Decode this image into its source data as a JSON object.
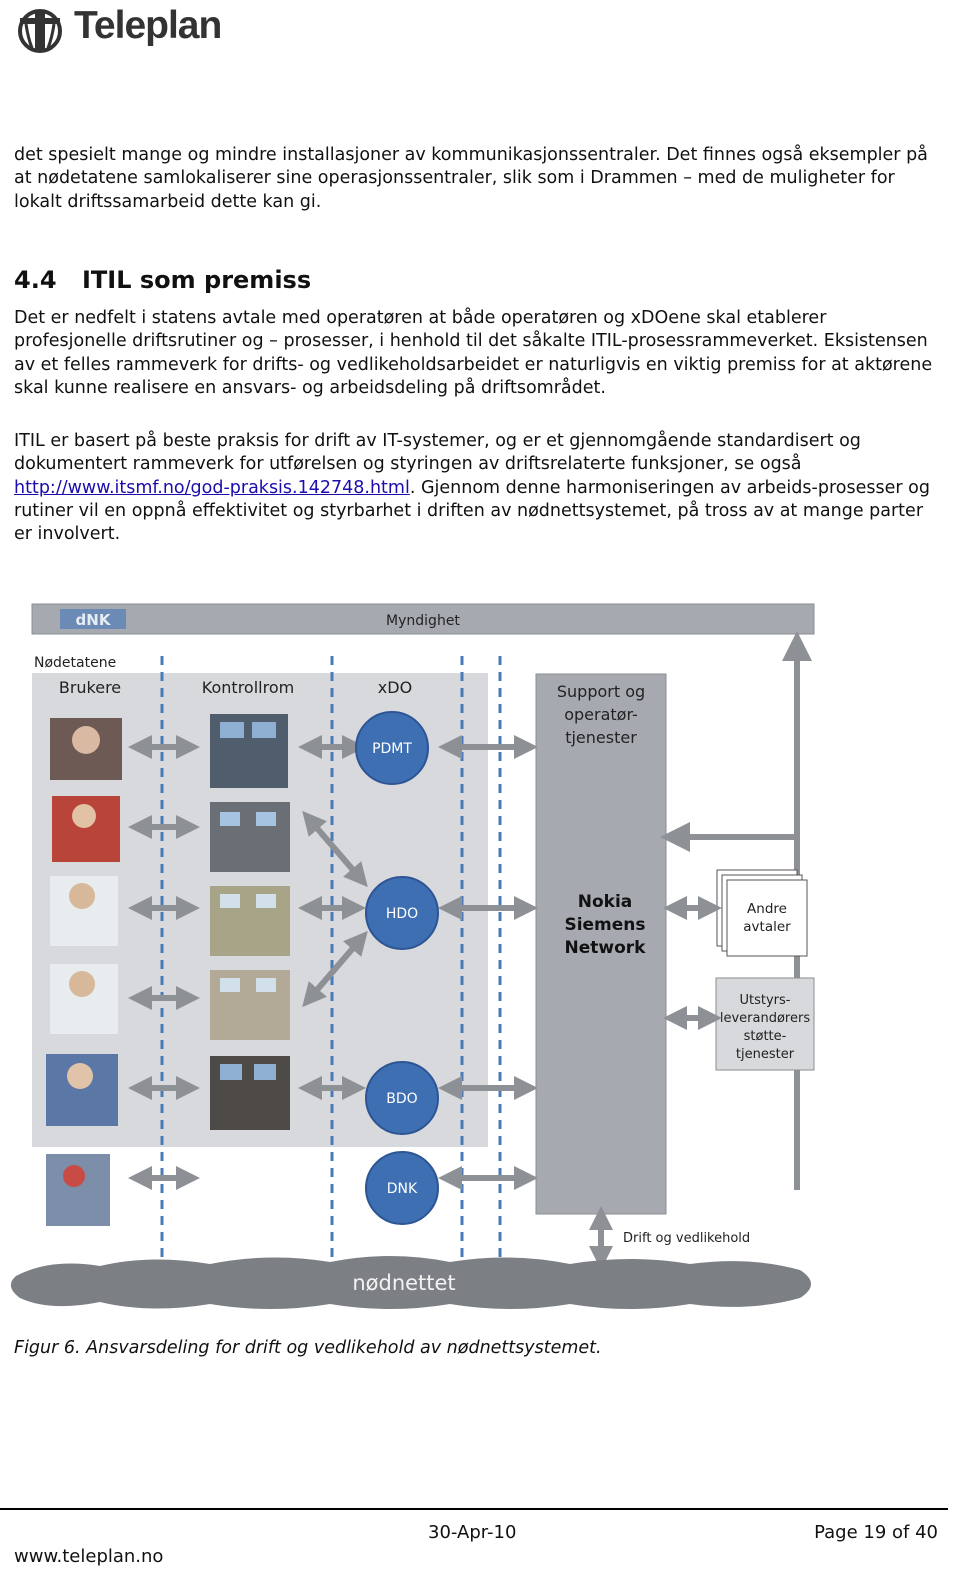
{
  "header": {
    "logo_text": "Teleplan"
  },
  "intro_paragraph": "det spesielt mange og mindre installasjoner av kommunikasjonssentraler. Det finnes også eksempler på at nødetatene samlokaliserer sine operasjonssentraler, slik som i Drammen – med de muligheter for lokalt driftssamarbeid dette kan gi.",
  "section": {
    "number": "4.4",
    "title": "ITIL som premiss",
    "paragraph1": "Det er nedfelt i statens avtale med operatøren at både operatøren og xDOene skal etablerer profesjonelle driftsrutiner og – prosesser, i henhold til det såkalte ITIL-prosessrammeverket. Eksistensen av et felles rammeverk for drifts- og vedlikeholdsarbeidet er naturligvis en viktig premiss for at aktørene skal kunne realisere en ansvars- og arbeidsdeling på driftsområdet.",
    "paragraph2_before_link": "ITIL er basert på beste praksis for drift av IT-systemer, og er et gjennomgående standardisert og dokumentert rammeverk for utførelsen og styringen av driftsrelaterte funksjoner, se også ",
    "paragraph2_link": "http://www.itsmf.no/god-praksis.142748.html",
    "paragraph2_after_link": ". Gjennom denne harmoniseringen av arbeids-prosesser og rutiner vil en oppnå effektivitet og styrbarhet i driften av nødnettsystemet, på tross av at mange parter er involvert."
  },
  "figure": {
    "top_bar_logo": "dNK",
    "top_bar_label": "Myndighet",
    "nodetatene_label": "Nødetatene",
    "col_brukere": "Brukere",
    "col_kontrollrom": "Kontrollrom",
    "col_xdo": "xDO",
    "support_label": "Support og operatør-tjenester",
    "support_lines": [
      "Support og",
      "operatør-",
      "tjenester"
    ],
    "nsn_lines": [
      "Nokia",
      "Siemens",
      "Network"
    ],
    "circles": [
      "PDMT",
      "HDO",
      "BDO",
      "DNK"
    ],
    "andre_avtaler_lines": [
      "Andre",
      "avtaler"
    ],
    "utstyr_lines": [
      "Utstyrs-",
      "leverandørers",
      "støtte-",
      "tjenester"
    ],
    "drift_label": "Drift og vedlikehold",
    "cloud_label": "nødnettet",
    "colors": {
      "panel": "#a6aab0",
      "light_panel": "#d8d9dc",
      "circle": "#3e6fb3",
      "dashed": "#4a7ab8",
      "cloud": "#7c7f84"
    }
  },
  "caption": "Figur 6. Ansvarsdeling for drift og vedlikehold av nødnettsystemet.",
  "footer": {
    "date": "30-Apr-10",
    "page": "Page 19 of 40",
    "url": "www.teleplan.no"
  }
}
